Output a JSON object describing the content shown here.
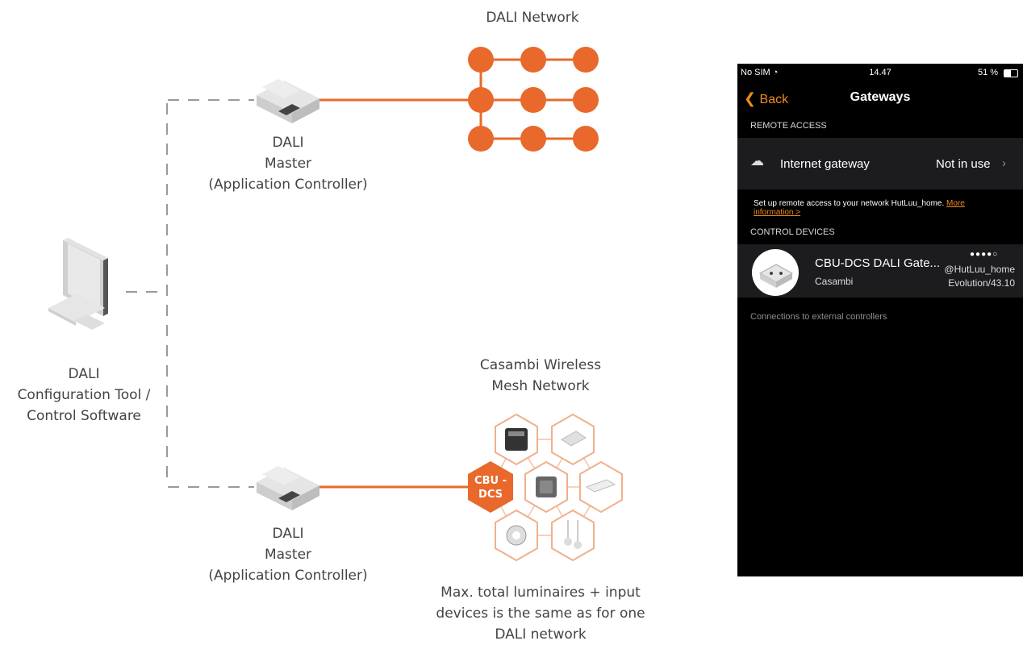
{
  "diagram": {
    "dali_network_title": "DALI Network",
    "master_top": [
      "DALI",
      "Master",
      "(Application Controller)"
    ],
    "master_bottom": [
      "DALI",
      "Master",
      "(Application Controller)"
    ],
    "pc_label": [
      "DALI",
      "Configuration Tool /",
      "Control Software"
    ],
    "casambi_title": [
      "Casambi Wireless",
      "Mesh Network"
    ],
    "cbu_badge": [
      "CBU -",
      "DCS"
    ],
    "footnote": [
      "Max. total luminaires + input",
      "devices is the same as for one",
      "DALI network"
    ],
    "icons": [
      "computer-icon",
      "dali-master-device-icon",
      "dali-node-icon",
      "casambi-device-icon"
    ],
    "colors": {
      "accent": "#e8692b",
      "line_gray": "#999999"
    }
  },
  "phone": {
    "status": {
      "carrier": "No SIM",
      "time": "14.47",
      "battery": "51 %"
    },
    "nav": {
      "back_label": "Back",
      "title": "Gateways"
    },
    "remote_access": {
      "header": "REMOTE ACCESS",
      "row_label": "Internet gateway",
      "row_value": "Not in use",
      "info_text": "Set up remote access to your network HutLuu_home.",
      "info_link_1": "More",
      "info_link_2": "information >"
    },
    "control_devices": {
      "header": "CONTROL DEVICES",
      "device_name": "CBU-DCS DALI Gate...",
      "device_vendor": "Casambi",
      "signal": "●●●●○",
      "network": "@HutLuu_home",
      "firmware": "Evolution/43.10"
    },
    "footer_text": "Connections to external controllers",
    "colors": {
      "accent": "#f08a1c",
      "background": "#000000",
      "row": "#1c1c1e"
    }
  }
}
